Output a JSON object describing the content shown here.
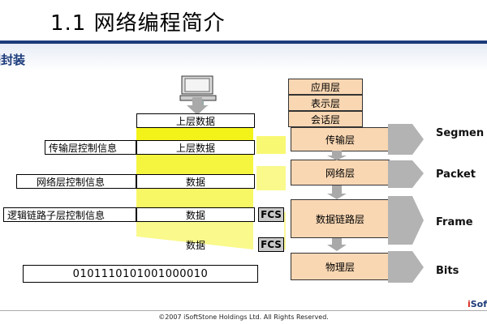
{
  "header": {
    "title": "1.1 网络编程简介",
    "subtitle": "据封装"
  },
  "encapsulation": {
    "upper_data": "上层数据",
    "transport_ctrl": "传输层控制信息",
    "transport_data": "上层数据",
    "network_ctrl": "网络层控制信息",
    "network_data": "数据",
    "datalink_ctrl": "逻辑链路子层控制信息",
    "datalink_data": "数据",
    "fcs1": "FCS",
    "physical_data": "数据",
    "fcs2": "FCS",
    "bits": "0101110101001000010"
  },
  "layers": {
    "application": "应用层",
    "presentation": "表示层",
    "session": "会话层",
    "transport": "传输层",
    "network": "网络层",
    "datalink": "数据链路层",
    "physical": "物理层"
  },
  "pdu_labels": {
    "segment": "Segmen",
    "packet": "Packet",
    "frame": "Frame",
    "bits": "Bits"
  },
  "footer": {
    "copyright": "©2007 iSoftStone Holdings Ltd. All Rights Reserved.",
    "logo_i": "i",
    "logo_rest": "Sof"
  },
  "colors": {
    "wedge": "#f2f200",
    "layer_fill": "#f9d7b3",
    "arrow": "#a9a9a9",
    "header": "#1b3a7a"
  }
}
